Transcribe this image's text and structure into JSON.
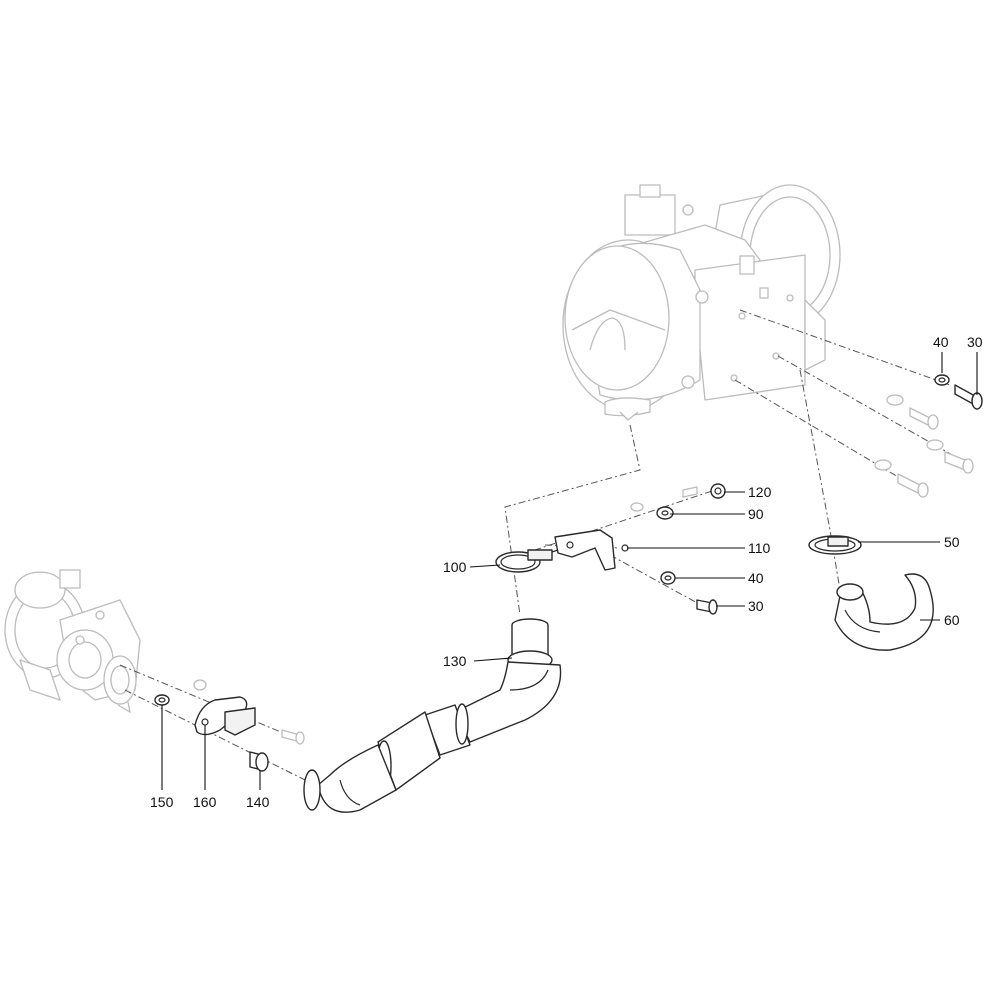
{
  "callouts": {
    "c30_top": "30",
    "c40_top": "40",
    "c120": "120",
    "c90": "90",
    "c110": "110",
    "c50": "50",
    "c100": "100",
    "c40_mid": "40",
    "c30_mid": "30",
    "c60": "60",
    "c130": "130",
    "c150": "150",
    "c160": "160",
    "c140": "140"
  }
}
